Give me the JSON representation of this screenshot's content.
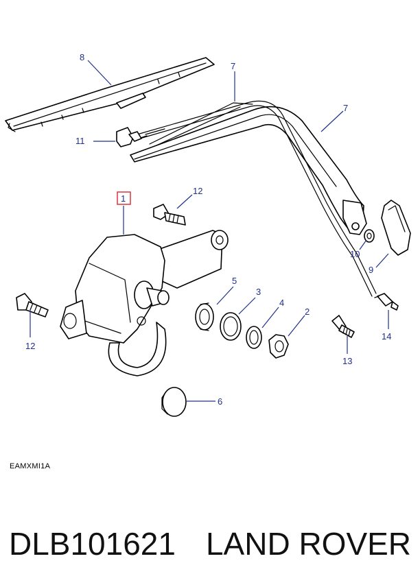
{
  "diagram": {
    "callouts": {
      "c1": "1",
      "c2": "2",
      "c3": "3",
      "c4": "4",
      "c5": "5",
      "c6": "6",
      "c7a": "7",
      "c7b": "7",
      "c8": "8",
      "c9": "9",
      "c10": "10",
      "c11": "11",
      "c12a": "12",
      "c12b": "12",
      "c13": "13",
      "c14": "14"
    },
    "highlighted_callout": "1",
    "callout_color": "#1f2f8f",
    "highlight_color": "#d9262c",
    "reference_code": "EAMXMI1A"
  },
  "caption": {
    "part_number": "DLB101621",
    "brand": "LAND ROVER"
  }
}
